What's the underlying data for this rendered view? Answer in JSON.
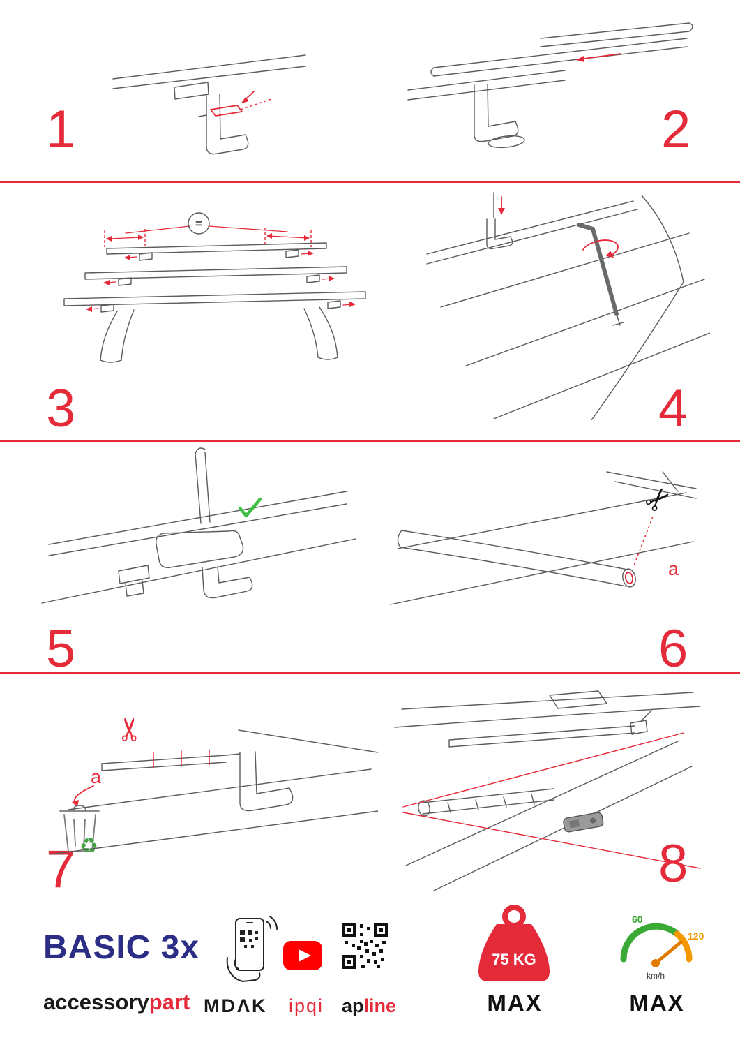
{
  "colors": {
    "accent_red": "#e52a39",
    "brand_blue": "#2c2d84",
    "youtube_red": "#ff0000",
    "check_green": "#3fbf44",
    "recycle_green": "#45a145",
    "speed_green": "#3aa935",
    "speed_orange": "#f49800",
    "line_gray": "#5b5b5b"
  },
  "steps": [
    {
      "number": "1"
    },
    {
      "number": "2"
    },
    {
      "number": "3"
    },
    {
      "number": "4"
    },
    {
      "number": "5"
    },
    {
      "number": "6"
    },
    {
      "number": "7"
    },
    {
      "number": "8"
    }
  ],
  "annotations": {
    "equals": "=",
    "cut_label_6": "a",
    "cut_label_7": "a"
  },
  "icons": {
    "scissors": "✂",
    "recycle": "♻"
  },
  "footer": {
    "product_name": "BASIC 3x",
    "brand_primary": "accessory",
    "brand_secondary": "part",
    "logo_mdak": "MDΛK",
    "logo_ipqi": "ipqi",
    "logo_apline_primary": "ap",
    "logo_apline_secondary": "line",
    "weight_value": "75 KG",
    "weight_max_label": "MAX",
    "speed_tick_low": "60",
    "speed_tick_high": "120",
    "speed_unit": "km/h",
    "speed_max_label": "MAX"
  }
}
